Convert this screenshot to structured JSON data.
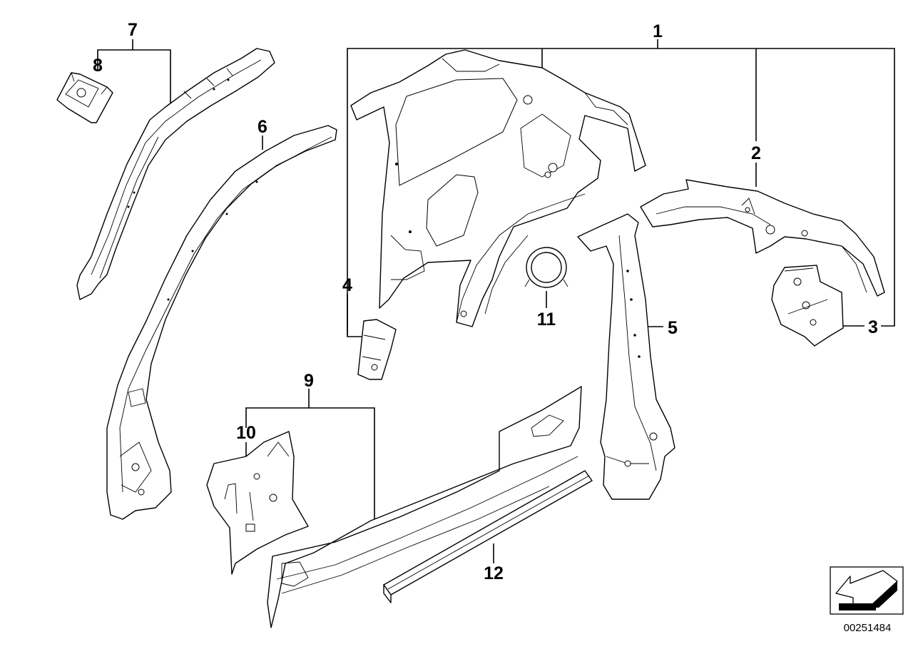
{
  "diagram": {
    "callouts": {
      "p1": "1",
      "p2": "2",
      "p3": "3",
      "p4": "4",
      "p5": "5",
      "p6": "6",
      "p7": "7",
      "p8": "8",
      "p9": "9",
      "p10": "10",
      "p11": "11",
      "p12": "12"
    },
    "document_number": "00251484",
    "orientation_icon": "arrow-orientation-icon"
  }
}
